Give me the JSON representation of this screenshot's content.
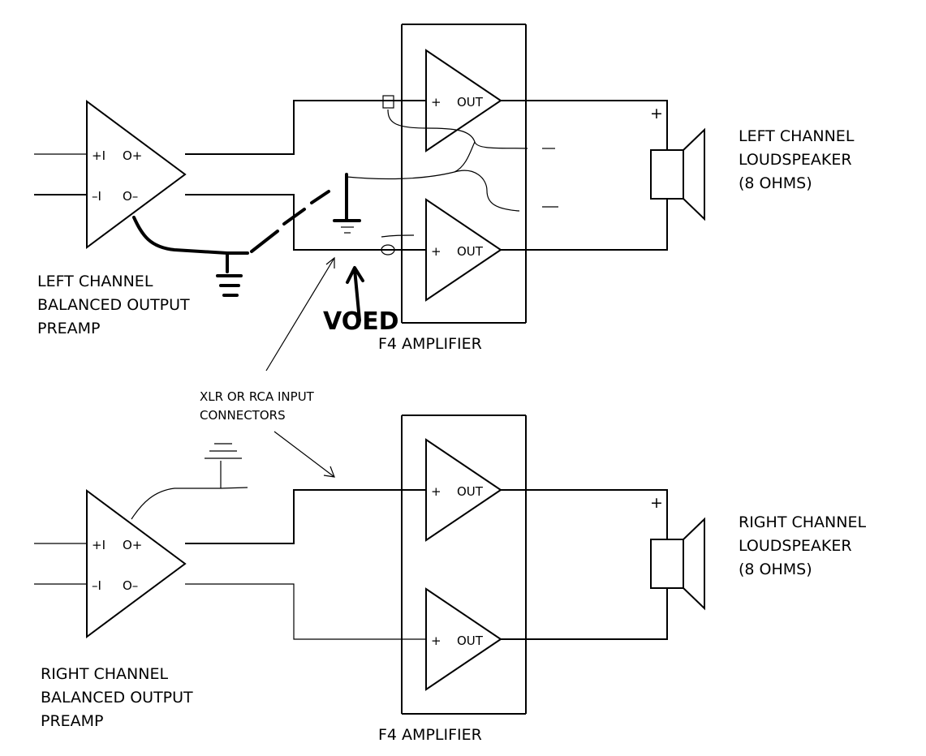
{
  "preamps": {
    "left": {
      "line1": "LEFT CHANNEL",
      "line2": "BALANCED OUTPUT",
      "line3": "PREAMP"
    },
    "right": {
      "line1": "RIGHT CHANNEL",
      "line2": "BALANCED OUTPUT",
      "line3": "PREAMP"
    },
    "pins": {
      "in_plus": "+I",
      "in_minus": "–I",
      "out_plus": "O+",
      "out_minus": "O–"
    }
  },
  "amplifier": {
    "label": "F4 AMPLIFIER",
    "stage_plus": "+",
    "stage_out": "OUT"
  },
  "speakers": {
    "left": {
      "line1": "LEFT CHANNEL",
      "line2": "LOUDSPEAKER",
      "line3": "(8 OHMS)"
    },
    "right": {
      "line1": "RIGHT CHANNEL",
      "line2": "LOUDSPEAKER",
      "line3": "(8 OHMS)"
    },
    "plus": "+"
  },
  "connectors": {
    "line1": "XLR OR RCA INPUT",
    "line2": "CONNECTORS"
  },
  "annotations": {
    "handwritten": "VOED",
    "minus_mark": "–"
  }
}
